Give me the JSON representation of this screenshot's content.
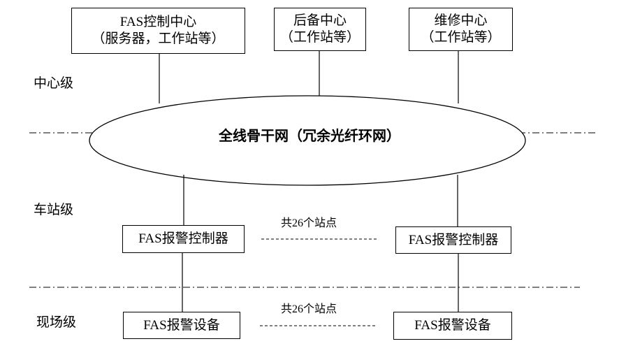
{
  "centers": {
    "fas_control": {
      "line1": "FAS控制中心",
      "line2": "（服务器，工作站等）"
    },
    "backup": {
      "line1": "后备中心",
      "line2": "（工作站等）"
    },
    "maintenance": {
      "line1": "维修中心",
      "line2": "（工作站等）"
    }
  },
  "levels": {
    "center": "中心级",
    "station": "车站级",
    "field": "现场级"
  },
  "backbone": "全线骨干网（冗余光纤环网）",
  "station_row": {
    "left": "FAS报警控制器",
    "right": "FAS报警控制器",
    "count": "共26个站点"
  },
  "field_row": {
    "left": "FAS报警设备",
    "right": "FAS报警设备",
    "count": "共26个站点"
  }
}
